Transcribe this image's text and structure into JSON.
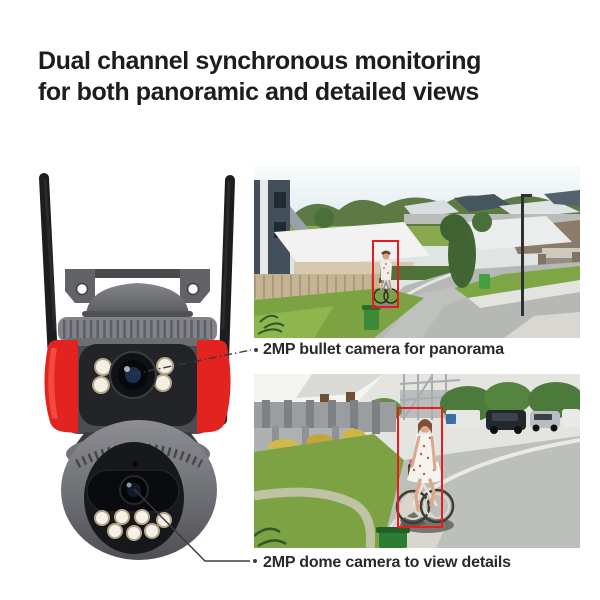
{
  "title": {
    "line1": "Dual channel synchronous monitoring",
    "line2": "for both panoramic and detailed views"
  },
  "callouts": {
    "bullet_camera": "2MP bullet camera for panorama",
    "dome_camera": "2MP dome camera to view details"
  },
  "colors": {
    "camera_accent_red": "#e2231f",
    "detection_box_red": "#e81c1c",
    "title_text": "#1d1d1f",
    "label_text": "#2a2a2a",
    "callout_line": "#3a3a3a"
  }
}
